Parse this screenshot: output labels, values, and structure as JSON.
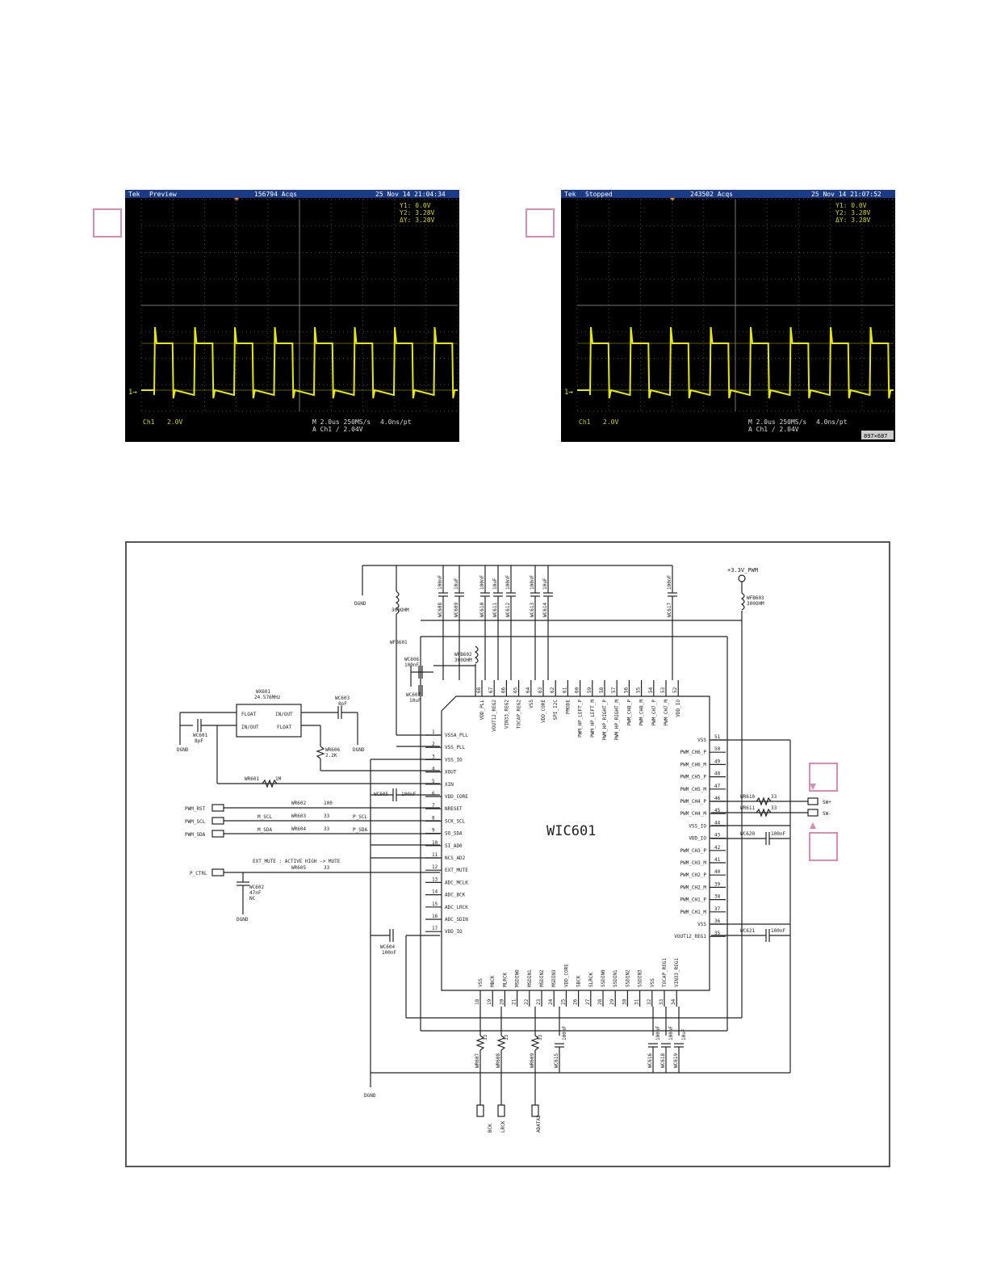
{
  "scope_left": {
    "brand": "Tek",
    "mode": "Preview",
    "acqs": "156794 Acqs",
    "datetime": "25 Nov 14 21:04:34",
    "cursor_y1": "Y1:  0.0V",
    "cursor_y2": "Y2:  3.28V",
    "cursor_dy": "ΔY:  3.28V",
    "ch_label": "Ch1",
    "ch_scale": "2.0V",
    "timebase": "M 2.0us 250MS/s",
    "sample": "4.0ns/pt",
    "trigger": "A  Ch1  ∕  2.04V",
    "ch_marker": "1→"
  },
  "scope_right": {
    "brand": "Tek",
    "mode": "Stopped",
    "acqs": "243502 Acqs",
    "datetime": "25 Nov 14 21:07:52",
    "cursor_y1": "Y1:  0.0V",
    "cursor_y2": "Y2:  3.28V",
    "cursor_dy": "ΔY:  3.28V",
    "ch_label": "Ch1",
    "ch_scale": "2.0V",
    "timebase": "M 2.0us 250MS/s",
    "sample": "4.0ns/pt",
    "trigger": "A  Ch1  ∕  2.04V",
    "ch_marker": "1→",
    "res_badge": "897×687"
  },
  "colors": {
    "trace": "#e8e800",
    "grid": "#5a5a5a",
    "marker_border": "#d98bb8",
    "wire": "#222222"
  },
  "schematic": {
    "chip_name": "WIC601",
    "left_pins": [
      {
        "n": "1",
        "name": "VSSA_PLL"
      },
      {
        "n": "2",
        "name": "VSS_PLL"
      },
      {
        "n": "3",
        "name": "VSS_IO"
      },
      {
        "n": "4",
        "name": "XOUT"
      },
      {
        "n": "5",
        "name": "XIN"
      },
      {
        "n": "6",
        "name": "VDD_CORE"
      },
      {
        "n": "7",
        "name": "NRESET"
      },
      {
        "n": "8",
        "name": "SCK_SCL"
      },
      {
        "n": "9",
        "name": "SO_SDA"
      },
      {
        "n": "10",
        "name": "SI_AD0"
      },
      {
        "n": "11",
        "name": "NCS_AD2"
      },
      {
        "n": "12",
        "name": "EXT_MUTE"
      },
      {
        "n": "13",
        "name": "ADC_MCLK"
      },
      {
        "n": "14",
        "name": "ADC_BCK"
      },
      {
        "n": "15",
        "name": "ADC_LRCK"
      },
      {
        "n": "16",
        "name": "ADC_SDIN"
      },
      {
        "n": "17",
        "name": "VDD_IO"
      }
    ],
    "right_pins": [
      {
        "n": "51",
        "name": "VSS"
      },
      {
        "n": "50",
        "name": "PWM_CH6_P"
      },
      {
        "n": "49",
        "name": "PWM_CH6_M"
      },
      {
        "n": "48",
        "name": "PWM_CH5_P"
      },
      {
        "n": "47",
        "name": "PWM_CH5_M"
      },
      {
        "n": "46",
        "name": "PWM_CH4_P"
      },
      {
        "n": "45",
        "name": "PWM_CH4_M"
      },
      {
        "n": "44",
        "name": "VSS_IO"
      },
      {
        "n": "43",
        "name": "VDD_IO"
      },
      {
        "n": "42",
        "name": "PWM_CH3_P"
      },
      {
        "n": "41",
        "name": "PWM_CH3_M"
      },
      {
        "n": "40",
        "name": "PWM_CH2_P"
      },
      {
        "n": "39",
        "name": "PWM_CH2_M"
      },
      {
        "n": "38",
        "name": "PWM_CH1_P"
      },
      {
        "n": "37",
        "name": "PWM_CH1_M"
      },
      {
        "n": "36",
        "name": "VSS"
      },
      {
        "n": "35",
        "name": "VOUT12_REG1"
      }
    ],
    "top_pins": [
      {
        "n": "68",
        "name": "VDD_PLL"
      },
      {
        "n": "67",
        "name": "VOUT12_REG2"
      },
      {
        "n": "66",
        "name": "VIN33_REG2"
      },
      {
        "n": "65",
        "name": "TOCAP_REG2"
      },
      {
        "n": "64",
        "name": "VSS"
      },
      {
        "n": "63",
        "name": "VDD_CORE"
      },
      {
        "n": "62",
        "name": "SPI_I2C"
      },
      {
        "n": "61",
        "name": "PMODE"
      },
      {
        "n": "60",
        "name": "PWM_HP_LEFT_P"
      },
      {
        "n": "59",
        "name": "PWM_HP_LEFT_M"
      },
      {
        "n": "58",
        "name": "PWM_HP_RIGHT_P"
      },
      {
        "n": "57",
        "name": "PWM_HP_RIGHT_M"
      },
      {
        "n": "56",
        "name": "PWM_CH8_P"
      },
      {
        "n": "55",
        "name": "PWM_CH8_M"
      },
      {
        "n": "54",
        "name": "PWM_CH7_P"
      },
      {
        "n": "53",
        "name": "PWM_CH7_M"
      },
      {
        "n": "52",
        "name": "VDD_IO"
      }
    ],
    "bottom_pins": [
      {
        "n": "18",
        "name": "VSS"
      },
      {
        "n": "19",
        "name": "MBCK"
      },
      {
        "n": "20",
        "name": "MLRCK"
      },
      {
        "n": "21",
        "name": "MSDIN0"
      },
      {
        "n": "22",
        "name": "MSDIN1"
      },
      {
        "n": "23",
        "name": "MSDIN2"
      },
      {
        "n": "24",
        "name": "MSDIN3"
      },
      {
        "n": "25",
        "name": "VDD_CORE"
      },
      {
        "n": "26",
        "name": "SBCK"
      },
      {
        "n": "27",
        "name": "SLRCK"
      },
      {
        "n": "28",
        "name": "SSDIN0"
      },
      {
        "n": "29",
        "name": "SSDIN1"
      },
      {
        "n": "30",
        "name": "SSDIN2"
      },
      {
        "n": "31",
        "name": "SSDIN3"
      },
      {
        "n": "32",
        "name": "VSS"
      },
      {
        "n": "33",
        "name": "TOCAP_REG1"
      },
      {
        "n": "34",
        "name": "VIN33_REG1"
      }
    ],
    "top_caps": [
      {
        "ref": "WC608",
        "val": "100nF"
      },
      {
        "ref": "WC609",
        "val": "10uF"
      },
      {
        "ref": "WC610",
        "val": "100nF"
      },
      {
        "ref": "WC611",
        "val": "10uF"
      },
      {
        "ref": "WC612",
        "val": "100nF"
      },
      {
        "ref": "WC613",
        "val": "100nF"
      },
      {
        "ref": "WC614",
        "val": "10uF"
      },
      {
        "ref": "WC617",
        "val": "100nF"
      }
    ],
    "power_label": "+3.3V_PWM",
    "wfb603": "WFB603",
    "wfb603_val": "300OHM",
    "wfb601": "WFB601",
    "wfb601_val": "300OHM",
    "wfb602": "WFB602",
    "wfb602_val": "300OHM",
    "dgnd": "DGND",
    "wc605_top": "WC606",
    "wc605_top_val": "100nF",
    "wc607": "WC607",
    "wc607_val": "10uF",
    "wx601": "WX601",
    "wx601_freq": "24.576MHz",
    "float1": "FLOAT",
    "inout1": "IN/OUT",
    "inout2": "IN/OUT",
    "float2": "FLOAT",
    "wc603": "WC603",
    "wc603_val": "8pF",
    "wc601": "WC601",
    "wc601_val": "8pF",
    "wr606": "WR606",
    "wr606_val": "2.2K",
    "wr601": "WR601",
    "wr601_val": "1M",
    "wc605": "WC605",
    "wc605_val": "100nF",
    "pwm_rst": "PWM_RST",
    "pwm_scl": "PWM_SCL",
    "pwm_sda": "PWM_SDA",
    "p_ctrl": "P_CTRL",
    "wr602": "WR602",
    "wr602_val": "100",
    "m_scl": "M_SCL",
    "m_sda": "M_SDA",
    "wr603": "WR603",
    "wr604": "WR604",
    "wr605": "WR605",
    "r33": "33",
    "p_scl": "P_SCL",
    "p_sda": "P_SDA",
    "ext_mute_note": "EXT_MUTE : ACTIVE  HIGH -> MUTE",
    "wc602": "WC602",
    "wc602_val": "47nF",
    "wc602_nc": "NC",
    "wc604": "WC604",
    "wc604_val": "100nF",
    "wr610": "WR610",
    "wr611": "WR611",
    "sw_plus": "SW+",
    "sw_minus": "SW-",
    "wc620": "WC620",
    "wc620_val": "100nF",
    "wc621": "WC621",
    "wc621_val": "100nF",
    "wr607": "WR607",
    "wr608": "WR608",
    "wr609": "WR609",
    "wc615": "WC615",
    "wc615_val": "100nF",
    "wc616": "WC616",
    "wc618": "WC618",
    "wc619": "WC619",
    "cap_100nf": "100nF",
    "cap_10uf": "10uF",
    "bck": "BCK",
    "lrck": "LRCK",
    "adata2": "ADATA2"
  }
}
